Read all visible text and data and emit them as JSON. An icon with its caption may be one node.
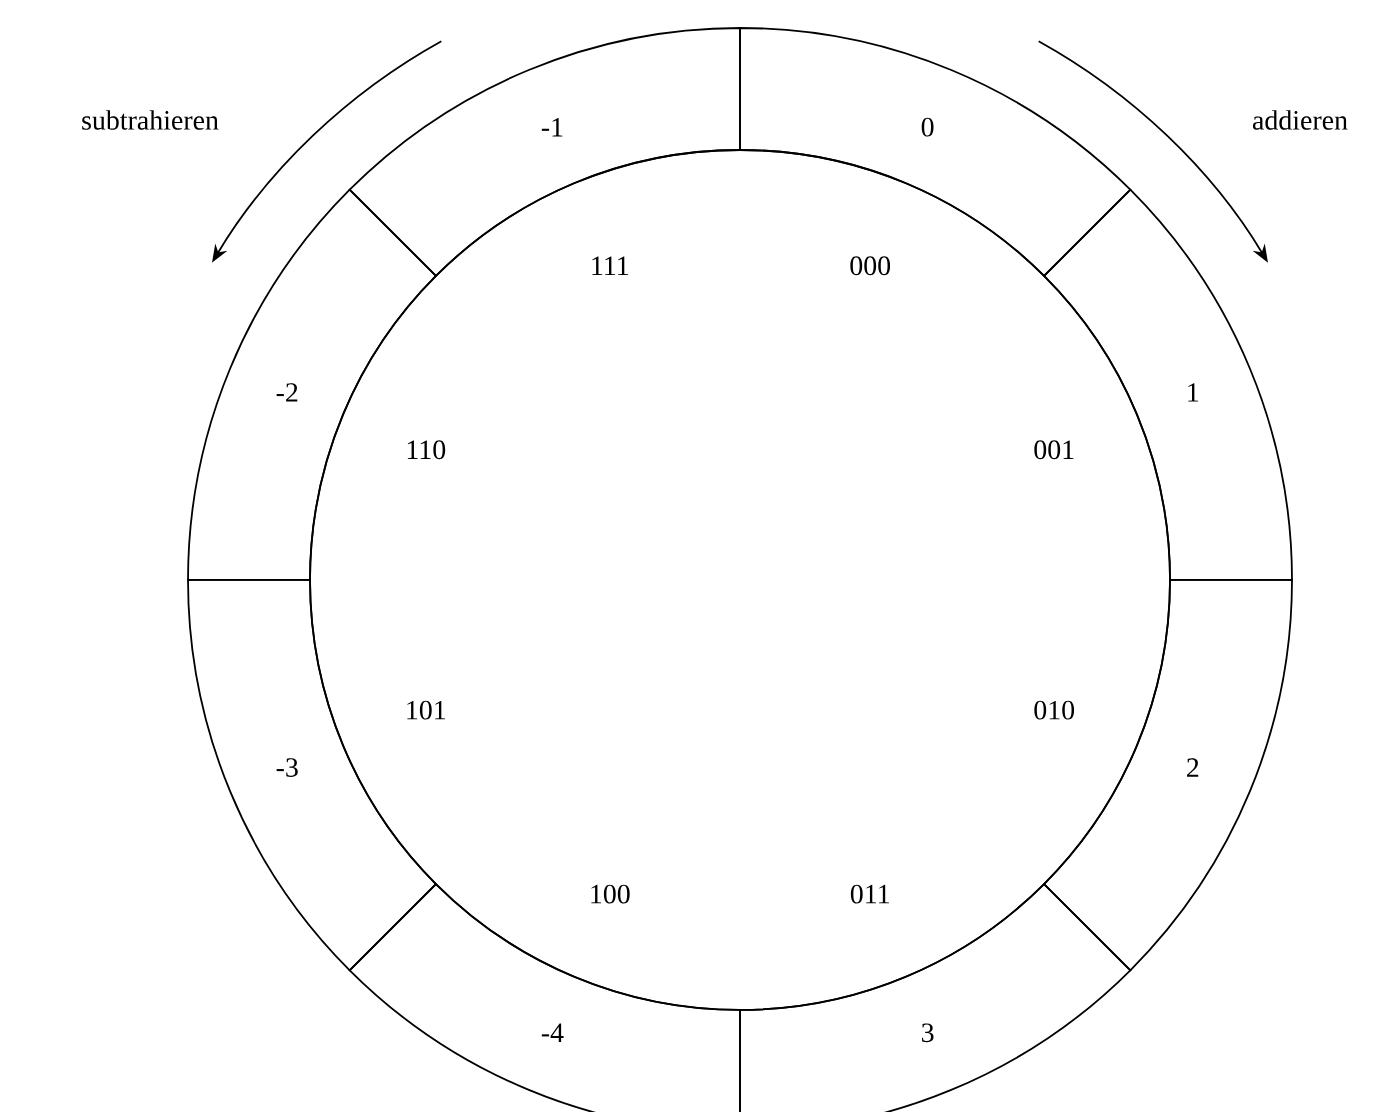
{
  "diagram": {
    "nodes": [
      {
        "text": [
          "000",
          "001",
          "010",
          "011",
          "100",
          "101",
          "110",
          "111"
        ]
      },
      {
        "text": [
          "0"
        ]
      },
      {
        "text": [
          "1"
        ]
      },
      {
        "text": [
          "2"
        ]
      },
      {
        "text": [
          "3"
        ]
      },
      {
        "text": [
          "-4"
        ]
      },
      {
        "text": [
          "-3"
        ]
      },
      {
        "text": [
          "-2"
        ]
      },
      {
        "text": [
          "-1"
        ]
      }
    ],
    "labels": [
      "subtrahieren",
      "addieren"
    ]
  }
}
